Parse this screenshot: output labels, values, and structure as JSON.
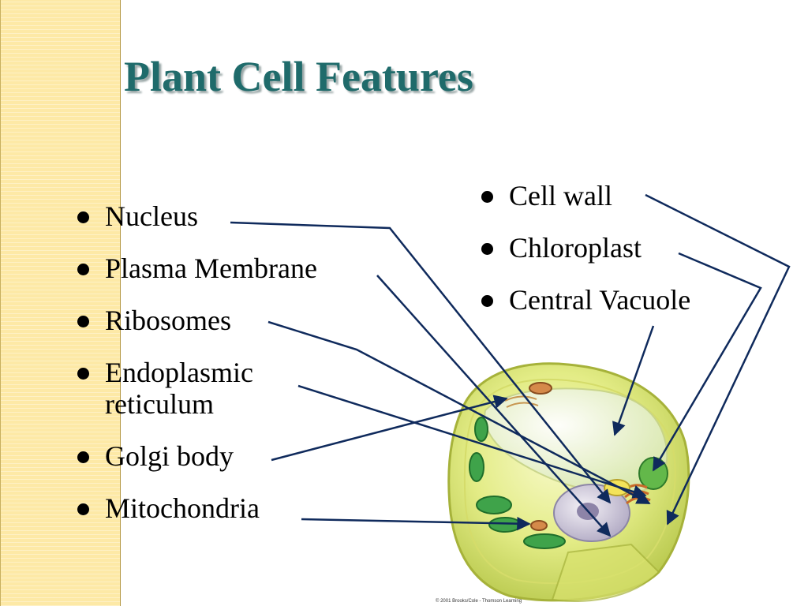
{
  "slide": {
    "title": "Plant Cell Features"
  },
  "left_labels": [
    "Nucleus",
    "Plasma Membrane",
    "Ribosomes",
    "Endoplasmic reticulum",
    "Golgi body",
    "Mitochondria"
  ],
  "right_labels": [
    "Cell wall",
    "Chloroplast",
    "Central Vacuole"
  ],
  "figure": {
    "credit": "© 2001 Brooks/Cole - Thomson Learning"
  },
  "colors": {
    "title": "#1f6b6b",
    "stripe": "#fde9a6",
    "leader_lines": "#0f2a5c",
    "chloroplast_green": "#3fa34a",
    "cell_yellow": "#e6ef8a"
  }
}
